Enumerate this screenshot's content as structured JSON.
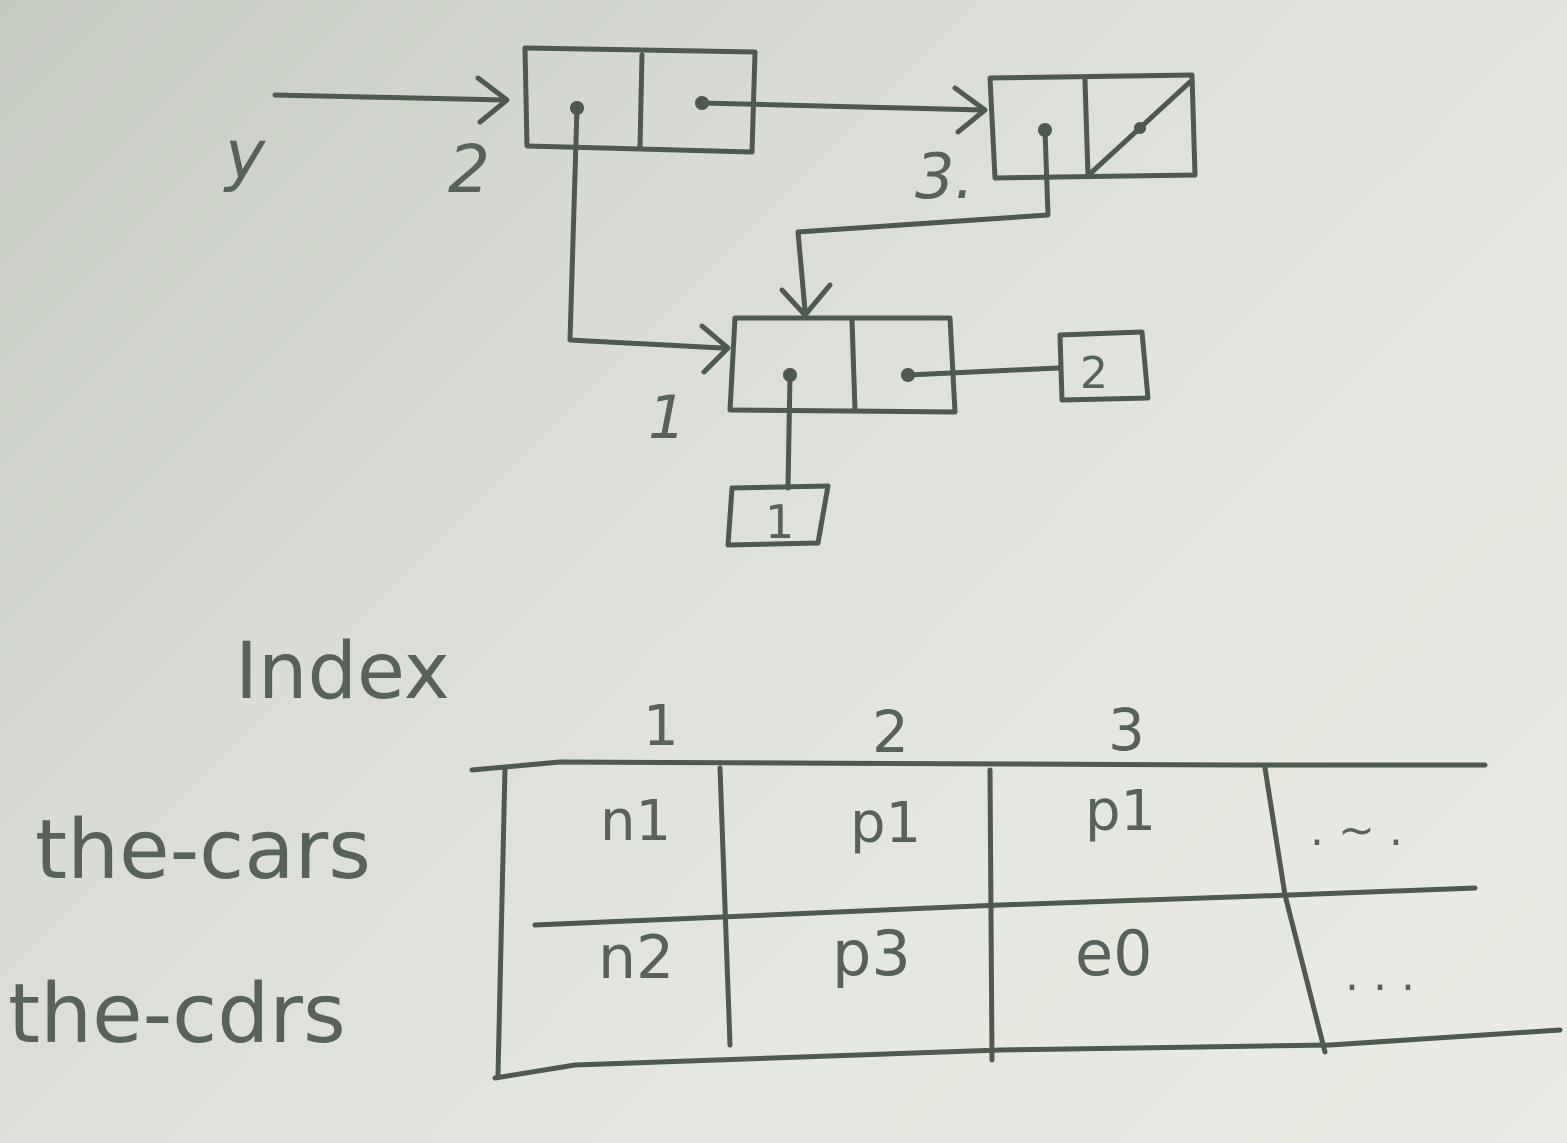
{
  "diagram": {
    "pointer_label": "y",
    "node_numbers": {
      "n2": "2",
      "n3": "3.",
      "n1": "1"
    },
    "atoms": {
      "right": "2",
      "bottom": "1"
    }
  },
  "table": {
    "title": "Index",
    "columns": [
      "1",
      "2",
      "3"
    ],
    "rows": [
      {
        "label": "the-cars",
        "cells": [
          "n1",
          "p1",
          "p1"
        ],
        "more": ". ~ ."
      },
      {
        "label": "the-cdrs",
        "cells": [
          "n2",
          "p3",
          "e0"
        ],
        "more": ". . ."
      }
    ]
  }
}
